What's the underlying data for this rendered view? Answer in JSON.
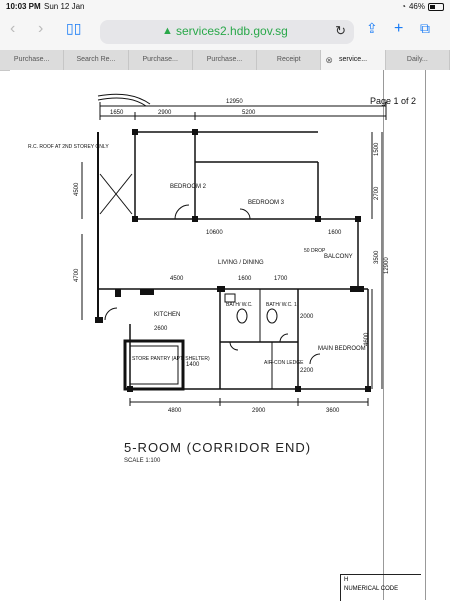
{
  "status_bar": {
    "time": "10:03 PM",
    "date": "Sun 12 Jan",
    "battery": "46%"
  },
  "toolbar": {
    "url": "services2.hdb.gov.sg"
  },
  "tabs": [
    "Purchase...",
    "Search Re...",
    "Purchase...",
    "Purchase...",
    "Receipt",
    "service...",
    "Daily..."
  ],
  "page": {
    "page_number": "Page 1 of 2"
  },
  "plan": {
    "title": "5-ROOM (CORRIDOR END)",
    "scale": "SCALE   1:100",
    "note": "R.C. ROOF AT 2ND STOREY ONLY",
    "rooms": {
      "bedroom2": "BEDROOM 2",
      "bedroom3": "BEDROOM 3",
      "living": "LIVING / DINING",
      "balcony": "BALCONY",
      "kitchen": "KITCHEN",
      "bath1": "BATH/ W.C. 1",
      "bath2": "BATH/ W.C.",
      "store": "STORE PANTRY (APT. SHELTER)",
      "aircon": "AIR-CON LEDGE",
      "master": "MAIN BEDROOM",
      "step": "50 DROP"
    },
    "dims_top": [
      "12950",
      "1650",
      "2900",
      "5200"
    ],
    "dims_mid": [
      "10600",
      "1600"
    ],
    "dims_mid2": [
      "4500",
      "1600",
      "1700"
    ],
    "dims_bottom": [
      "4800",
      "2900",
      "3600"
    ],
    "dims_right": [
      "1500",
      "2700",
      "3500",
      "4600",
      "12900"
    ],
    "dims_left": [
      "4500",
      "4700"
    ],
    "dims_misc": [
      "2600",
      "2000",
      "2200",
      "1400"
    ]
  },
  "footer": {
    "code_header": "H",
    "code_text": "NUMERICAL CODE"
  }
}
